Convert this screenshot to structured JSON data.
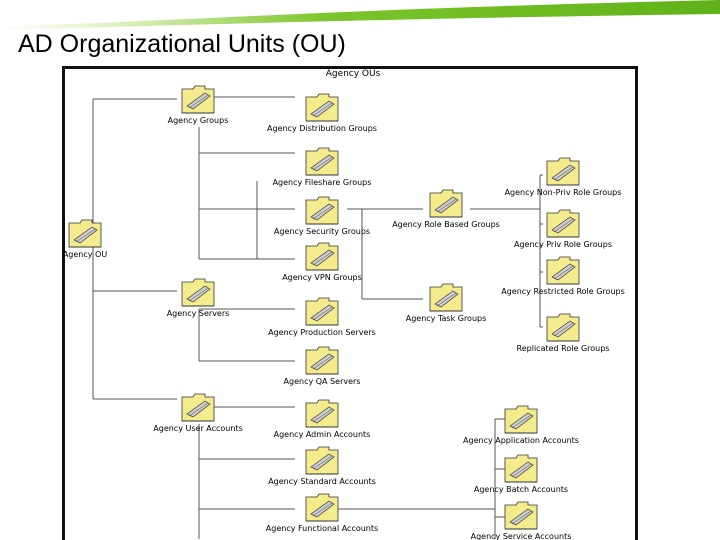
{
  "slide": {
    "title": "AD Organizational Units (OU)",
    "accent_color": "#6cbe1e"
  },
  "diagram": {
    "root_title": "Agency OUs",
    "folder_icon": "folder-icon",
    "folder_color": "#f4ec8c",
    "nodes": [
      {
        "id": "agency-ou",
        "label": "Agency OU"
      },
      {
        "id": "agency-groups",
        "label": "Agency Groups"
      },
      {
        "id": "agency-distribution-groups",
        "label": "Agency Distribution Groups"
      },
      {
        "id": "agency-fileshare-groups",
        "label": "Agency Fileshare Groups"
      },
      {
        "id": "agency-security-groups",
        "label": "Agency Security Groups"
      },
      {
        "id": "agency-vpn-groups",
        "label": "Agency VPN Groups"
      },
      {
        "id": "agency-role-based-groups",
        "label": "Agency Role Based Groups"
      },
      {
        "id": "agency-task-groups",
        "label": "Agency Task Groups"
      },
      {
        "id": "agency-non-priv-role-groups",
        "label": "Agency Non-Priv Role Groups"
      },
      {
        "id": "agency-priv-role-groups",
        "label": "Agency Priv Role Groups"
      },
      {
        "id": "agency-restricted-role-groups",
        "label": "Agency Restricted Role Groups"
      },
      {
        "id": "replicated-role-groups",
        "label": "Replicated Role Groups"
      },
      {
        "id": "agency-servers",
        "label": "Agency Servers"
      },
      {
        "id": "agency-production-servers",
        "label": "Agency Production Servers"
      },
      {
        "id": "agency-qa-servers",
        "label": "Agency QA Servers"
      },
      {
        "id": "agency-user-accounts",
        "label": "Agency User Accounts"
      },
      {
        "id": "agency-admin-accounts",
        "label": "Agency Admin Accounts"
      },
      {
        "id": "agency-standard-accounts",
        "label": "Agency Standard Accounts"
      },
      {
        "id": "agency-functional-accounts",
        "label": "Agency Functional Accounts"
      },
      {
        "id": "agency-application-accounts",
        "label": "Agency Application Accounts"
      },
      {
        "id": "agency-batch-accounts",
        "label": "Agency Batch Accounts"
      },
      {
        "id": "agency-service-accounts",
        "label": "Agency Service Accounts"
      }
    ]
  }
}
